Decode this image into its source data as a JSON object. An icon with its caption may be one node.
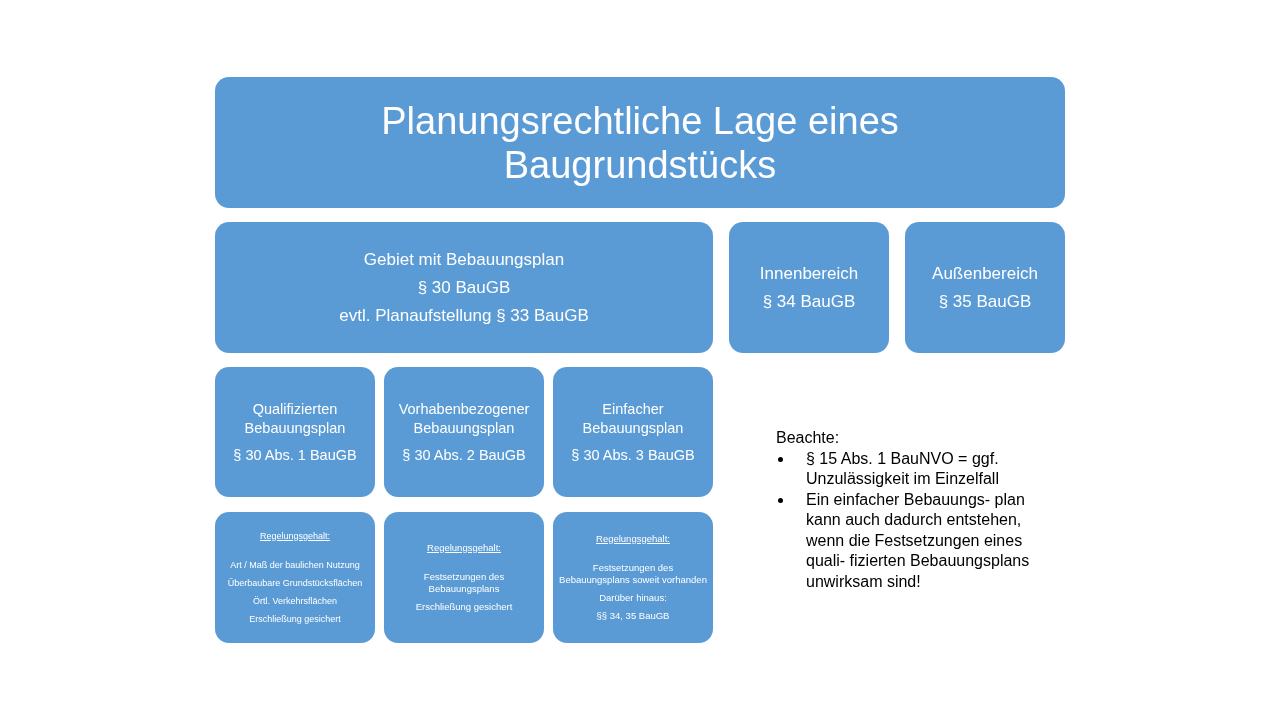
{
  "diagram": {
    "nodes": [
      {
        "text": [
          "Planungsrechtliche Lage eines Baugrundstücks"
        ]
      },
      {
        "text": [
          "Gebiet mit Bebauungsplan",
          "§ 30 BauGB",
          "evtl. Planaufstellung § 33 BauGB"
        ]
      },
      {
        "text": [
          "Innenbereich",
          "§ 34 BauGB"
        ]
      },
      {
        "text": [
          "Außenbereich",
          "§ 35 BauGB"
        ]
      },
      {
        "text": [
          "Qualifizierten Bebauungsplan",
          "§ 30 Abs. 1 BauGB"
        ]
      },
      {
        "text": [
          "Vorhabenbezogener Bebauungsplan",
          "§ 30 Abs. 2 BauGB"
        ]
      },
      {
        "text": [
          "Einfacher Bebauungsplan",
          "§ 30 Abs. 3 BauGB"
        ]
      },
      {
        "text": [
          "Regelungsgehalt:",
          "Art / Maß der baulichen Nutzung",
          "Überbaubare Grundstücksflächen",
          "Örtl. Verkehrsflächen",
          "Erschließung gesichert"
        ]
      },
      {
        "text": [
          "Regelungsgehalt:",
          "Festsetzungen des Bebauungsplans",
          "Erschließung gesichert"
        ]
      },
      {
        "text": [
          "Regelungsgehalt:",
          "Festsetzungen des Bebauungsplans soweit vorhanden",
          "Darüber hinaus:",
          "§§ 34, 35 BauGB"
        ]
      }
    ],
    "edges": [],
    "labels": [
      "Beachte:",
      "§ 15 Abs. 1 BauNVO = ggf. Unzulässigkeit im Einzelfall",
      "Ein einfacher Bebauungs- plan kann auch dadurch entstehen, wenn die Festsetzungen eines quali- fizierten Bebauungsplans unwirksam sind!"
    ]
  }
}
